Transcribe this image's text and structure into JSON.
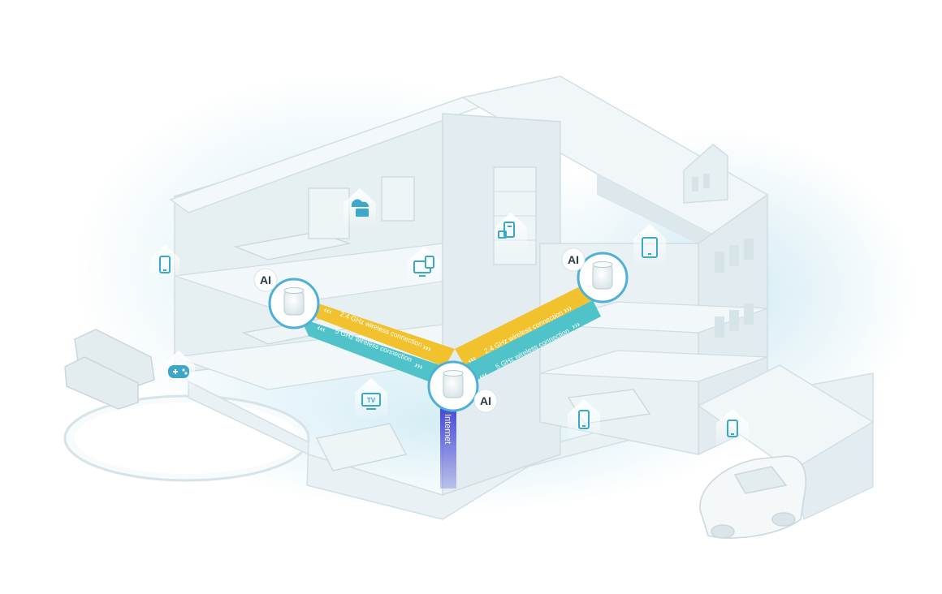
{
  "colors": {
    "wall": "#e8f1f4",
    "wall_dark": "#d4e4ea",
    "roof": "#f1f6f8",
    "glow": "#d7eef6",
    "band_24": "#f2c12e",
    "band_5": "#4fc3c9",
    "internet": "#3f3fd6",
    "icon": "#3ba8c9",
    "ai_text": "#2a3a44",
    "band_text": "#ffffff"
  },
  "nodes": [
    {
      "name": "router-left",
      "ai_label": "AI"
    },
    {
      "name": "router-right",
      "ai_label": "AI"
    },
    {
      "name": "router-main",
      "ai_label": "AI"
    }
  ],
  "links": {
    "left_24": "2.4 GHz wireless connection",
    "left_5": "5 GHz wireless connection",
    "right_24": "2.4 GHz wireless connection",
    "right_5": "5 GHz wireless connection",
    "internet": "Internet"
  },
  "devices": {
    "tv_label": "TV"
  },
  "chevrons": {
    "fwd": "›››",
    "back": "‹‹‹"
  }
}
